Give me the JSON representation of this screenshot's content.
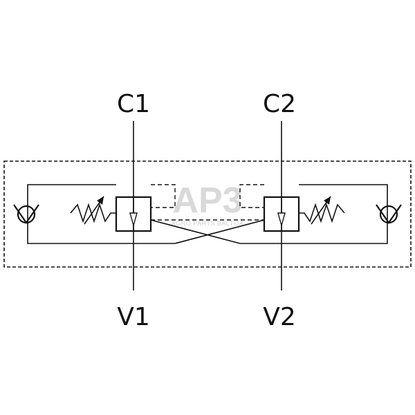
{
  "ports": {
    "c1": "C1",
    "c2": "C2",
    "v1": "V1",
    "v2": "V2"
  },
  "watermark": {
    "logo_text": "AP3",
    "sub_text": "AGRO PARTS BALTIJA"
  },
  "colors": {
    "line": "#111111",
    "watermark": "#d9d9d9",
    "background": "#ffffff"
  }
}
